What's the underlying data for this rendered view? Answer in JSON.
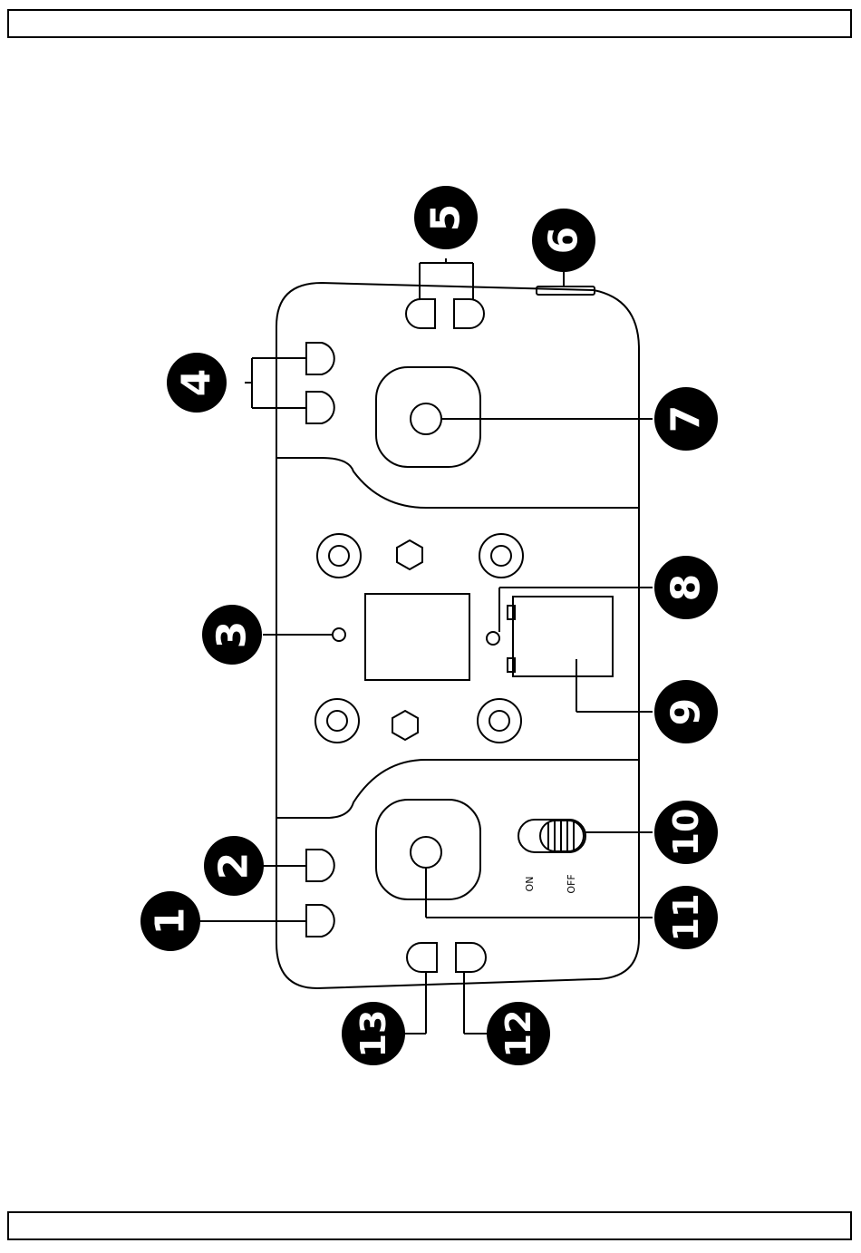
{
  "switch": {
    "on_label": "ON",
    "off_label": "OFF"
  },
  "callouts": [
    {
      "number": "1"
    },
    {
      "number": "2"
    },
    {
      "number": "3"
    },
    {
      "number": "4"
    },
    {
      "number": "5"
    },
    {
      "number": "6"
    },
    {
      "number": "7"
    },
    {
      "number": "8"
    },
    {
      "number": "9"
    },
    {
      "number": "10"
    },
    {
      "number": "11"
    },
    {
      "number": "12"
    },
    {
      "number": "13"
    }
  ]
}
